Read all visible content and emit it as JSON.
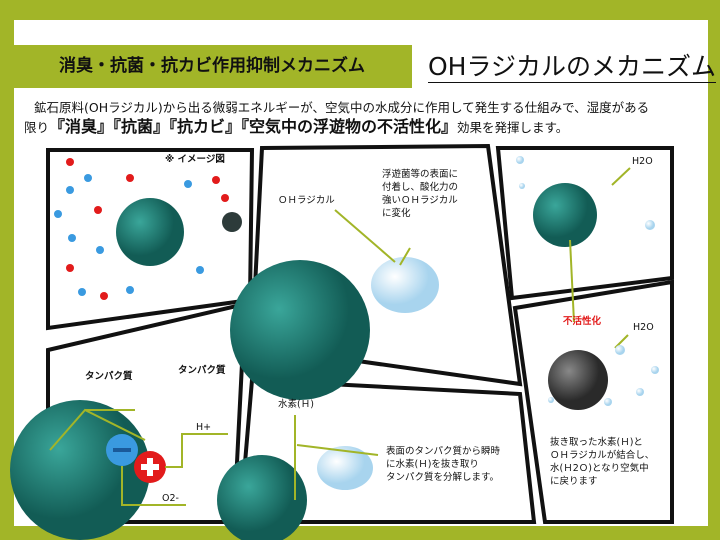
{
  "header": {
    "title": "消臭・抗菌・抗カビ作用抑制メカニズム",
    "subtitle": "OHラジカルのメカニズム"
  },
  "intro": {
    "line1": "鉱石原料(OHラジカル)から出る微弱エネルギーが、空気中の水成分に作用して発生する仕組みで、湿度がある",
    "line2_prefix": "限り",
    "line2_bold": "『消臭』『抗菌』『抗カビ』『空気中の浮遊物の不活性化』",
    "line2_suffix": "効果を発揮します。"
  },
  "panels": {
    "p1": {
      "note": "※ イメージ図"
    },
    "p2": {
      "label": "ＯＨラジカル",
      "text": "浮遊菌等の表面に\n付着し、酸化力の\n強いＯＨラジカル\nに変化"
    },
    "p3": {
      "label": "H2O"
    },
    "p4": {
      "label1": "タンパク質",
      "label2": "タンパク質",
      "h_plus": "H+",
      "o2": "O2-"
    },
    "p5": {
      "label": "水素(Ｈ)",
      "text": "表面のタンパク質から瞬時\nに水素(Ｈ)を抜き取り\nタンパク質を分解します。"
    },
    "p6": {
      "label_red": "不活性化",
      "label": "H2O",
      "text": "抜き取った水素(Ｈ)と\nＯＨラジカルが結合し、\n水(Ｈ2Ｏ)となり空気中\nに戻ります"
    }
  },
  "colors": {
    "accent": "#a2b528",
    "virus": "#1f7a72",
    "red": "#e21b1b"
  }
}
